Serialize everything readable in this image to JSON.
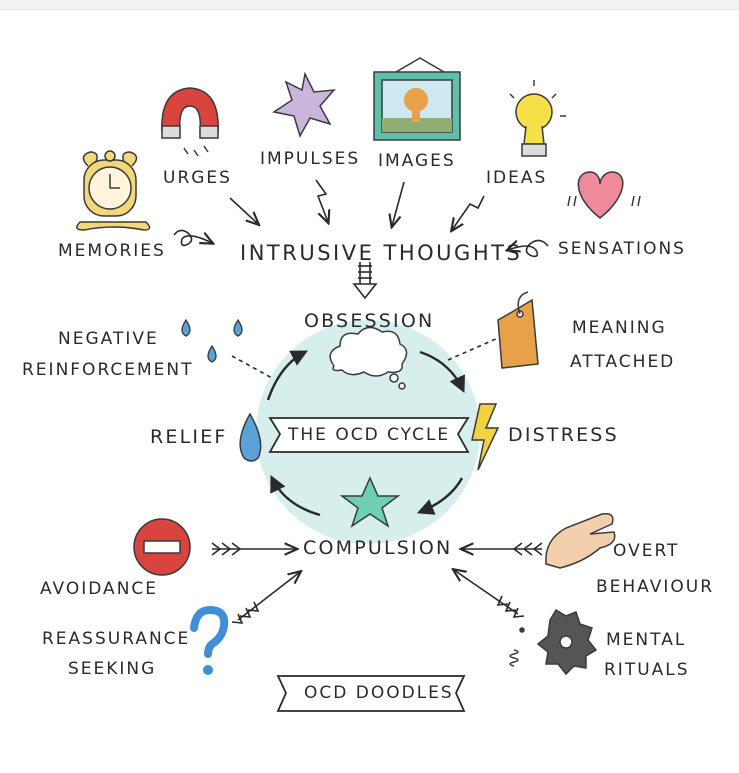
{
  "sources": {
    "memories": "MEMORIES",
    "urges": "URGES",
    "impulses": "IMPULSES",
    "images": "IMAGES",
    "ideas": "IDEAS",
    "sensations": "SENSATIONS"
  },
  "intrusive_thoughts": "INTRUSIVE THOUGHTS",
  "cycle": {
    "obsession": "OBSESSION",
    "distress": "DISTRESS",
    "compulsion": "COMPULSION",
    "relief": "RELIEF",
    "banner": "THE OCD CYCLE"
  },
  "factors": {
    "negative_reinforcement_1": "NEGATIVE",
    "negative_reinforcement_2": "REINFORCEMENT",
    "meaning_attached_1": "MEANING",
    "meaning_attached_2": "ATTACHED"
  },
  "compulsion_types": {
    "avoidance": "AVOIDANCE",
    "reassurance_1": "REASSURANCE",
    "reassurance_2": "SEEKING",
    "overt_1": "OVERT",
    "overt_2": "BEHAVIOUR",
    "mental_1": "MENTAL",
    "mental_2": "RITUALS"
  },
  "footer_banner": "OCD DOODLES",
  "icons": [
    "clock-icon",
    "magnet-icon",
    "star-icon",
    "picture-frame-icon",
    "lightbulb-icon",
    "heart-icon",
    "cloud-icon",
    "tag-icon",
    "lightning-icon",
    "raindrop-icon",
    "star-filled-icon",
    "no-entry-icon",
    "question-mark-icon",
    "hand-icon",
    "gear-icon"
  ],
  "colors": {
    "cycle_fill": "#d6eeec",
    "magnet": "#d9443f",
    "star": "#c9b6dd",
    "frame": "#5fc0a9",
    "bulb": "#f5e04a",
    "heart": "#ef8a9a",
    "tag": "#e7a249",
    "lightning": "#f2d33f",
    "drop": "#5aa2d8",
    "compulsion_star": "#6fcfb5",
    "no_entry": "#d9443f",
    "question": "#3f8ed6",
    "gear": "#555555"
  }
}
